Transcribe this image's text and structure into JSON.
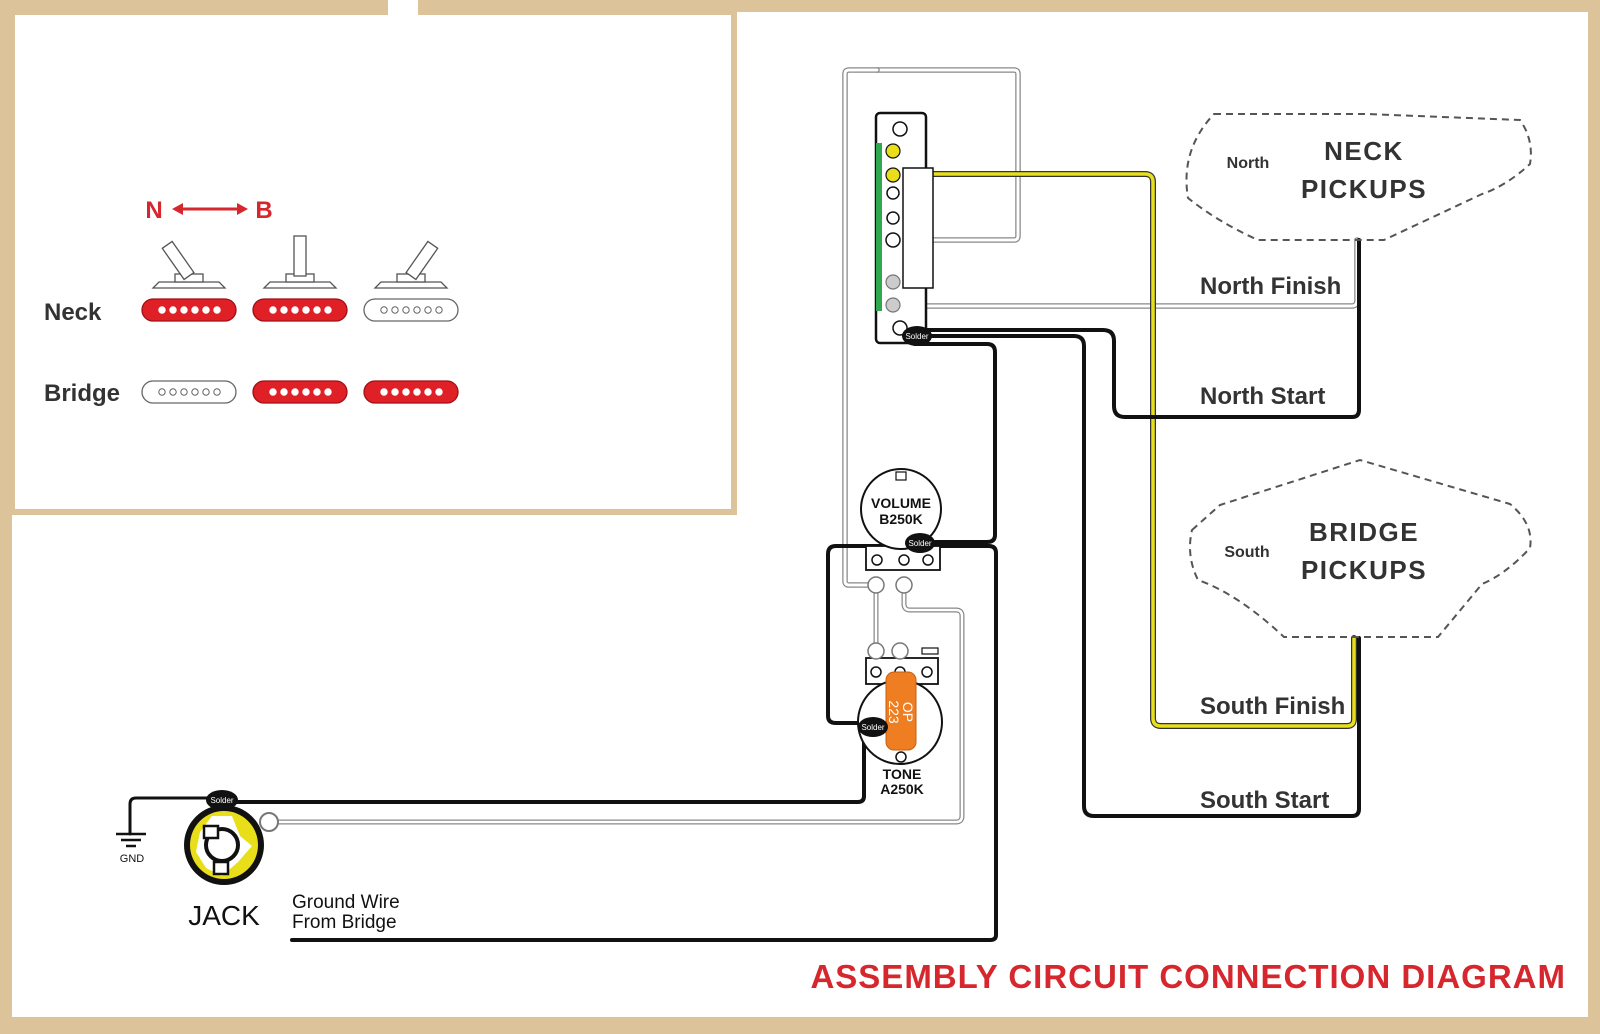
{
  "title": "ASSEMBLY CIRCUIT CONNECTION DIAGRAM",
  "legend": {
    "neck_label": "N",
    "bridge_label": "B",
    "rows": [
      {
        "label": "Neck",
        "states": [
          "on",
          "on",
          "off"
        ]
      },
      {
        "label": "Bridge",
        "states": [
          "off",
          "on",
          "on"
        ]
      }
    ],
    "colors": {
      "active": "#e02027",
      "inactive": "#ffffff"
    }
  },
  "pickups": {
    "neck": {
      "title_line1": "NECK",
      "title_line2": "PICKUPS",
      "pole": "North"
    },
    "bridge": {
      "title_line1": "BRIDGE",
      "title_line2": "PICKUPS",
      "pole": "South"
    }
  },
  "wire_labels": {
    "north_finish": "North Finish",
    "north_start": "North Start",
    "south_finish": "South Finish",
    "south_start": "South Start"
  },
  "volume_pot": {
    "line1": "VOLUME",
    "line2": "B250K"
  },
  "tone_pot": {
    "line1": "TONE",
    "line2": "A250K"
  },
  "capacitor": {
    "line1": "OP",
    "line2": "223"
  },
  "solder": "Solder",
  "jack": {
    "label": "JACK",
    "gnd": "GND"
  },
  "ground_wire": {
    "line1": "Ground Wire",
    "line2": "From Bridge"
  },
  "colors": {
    "accent_red": "#d6272e",
    "wire_yellow": "#e8df1a",
    "wire_black": "#111111",
    "border_tan": "#dcc39a"
  }
}
